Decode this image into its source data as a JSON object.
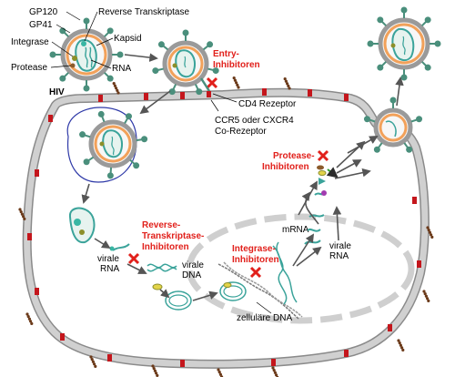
{
  "virion_labels": {
    "gp120": "GP120",
    "gp41": "GP41",
    "reverse_transcriptase": "Reverse Transkriptase",
    "kapsid": "Kapsid",
    "integrase": "Integrase",
    "protease": "Protease",
    "rna": "RNA",
    "hiv": "HIV"
  },
  "receptors": {
    "cd4": "CD4 Rezeptor",
    "coreceptor_line1": "CCR5 oder CXCR4",
    "coreceptor_line2": "Co-Rezeptor"
  },
  "inhibitors": {
    "entry_line1": "Entry-",
    "entry_line2": "Inhibitoren",
    "rt_line1": "Reverse-",
    "rt_line2": "Transkriptase-",
    "rt_line3": "Inhibitoren",
    "integrase_line1": "Integrase-",
    "integrase_line2": "Inhibitoren",
    "protease_line1": "Protease-",
    "protease_line2": "Inhibitoren"
  },
  "molecules": {
    "viral_rna_line1": "virale",
    "viral_rna_line2": "RNA",
    "viral_dna_line1": "virale",
    "viral_dna_line2": "DNA",
    "cellular_dna": "zelluläre DNA",
    "mrna": "mRNA",
    "viral_rna2_line1": "virale",
    "viral_rna2_line2": "RNA"
  },
  "colors": {
    "membrane_fill": "#c8c8c8",
    "membrane_stroke": "#8a8a8a",
    "envelope_orange": "#f2a15a",
    "spike_teal": "#4a8f7c",
    "inhibitor_red": "#e1201b",
    "receptor_red": "#c4161c",
    "coreceptor_brown": "#6b3a1a",
    "nucleus_dash": "#cfcfcf",
    "arrow": "#555555",
    "capsid_teal": "#3aa39a"
  }
}
